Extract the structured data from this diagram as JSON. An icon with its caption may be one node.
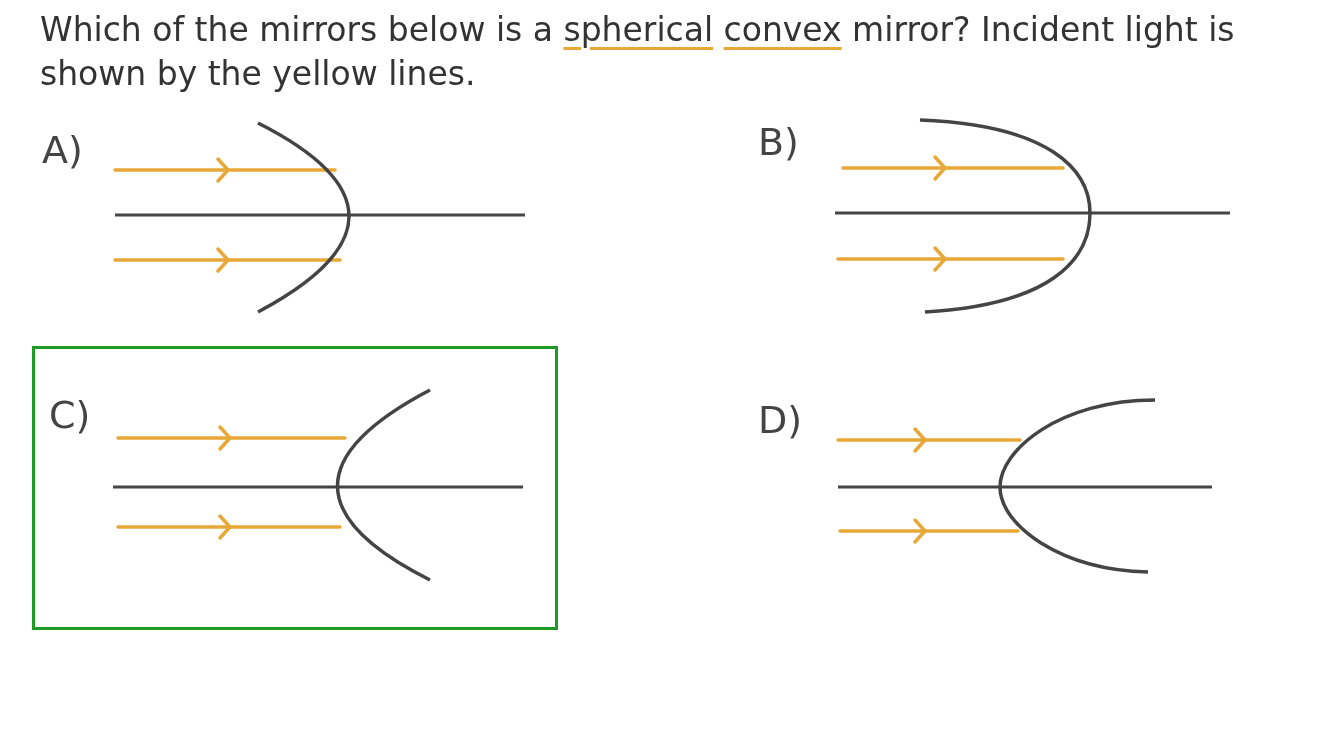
{
  "diagram": {
    "title": "Which of the mirrors below is a spherical convex mirror? Incident light is shown by the yellow lines.",
    "nodes": [
      {
        "text": [
          "C)"
        ]
      }
    ],
    "labels": [
      "A)",
      "B)",
      "D)"
    ]
  }
}
